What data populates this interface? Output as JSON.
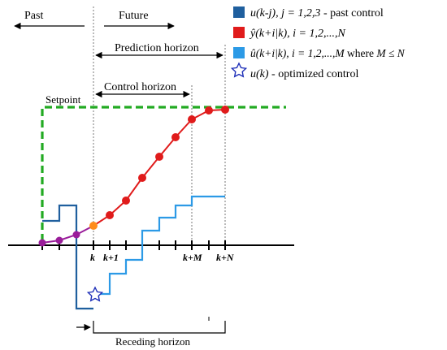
{
  "labels": {
    "past": "Past",
    "future": "Future",
    "prediction_horizon": "Prediction horizon",
    "control_horizon": "Control horizon",
    "setpoint": "Setpoint",
    "receding_horizon": "Receding horizon"
  },
  "ticks": {
    "k": "k",
    "k1": "k+1",
    "kM": "k+M",
    "kN": "k+N"
  },
  "legend": {
    "past_control": {
      "math": "u(k-j), j = 1,2,3",
      "desc": " - past control",
      "color": "#1f5f9e"
    },
    "predicted_output": {
      "math": "ŷ(k+i|k), i = 1,2,...,N",
      "color": "#e01b1b"
    },
    "future_control": {
      "math": "û(k+i|k), i = 1,2,...,M",
      "mid": "  where  ",
      "cond": "M ≤ N",
      "color": "#2c9ae6"
    },
    "optimized_control": {
      "math": "u(k)",
      "desc": "  - optimized control",
      "color": "#1e2fb8"
    }
  },
  "colors": {
    "setpoint": "#22aa22",
    "past_output": "#9a1d9a",
    "current_point": "#ff8c1a",
    "predicted": "#e01b1b",
    "past_control": "#1f5f9e",
    "future_control": "#2c9ae6",
    "star": "#1e2fb8"
  },
  "icons": {
    "legend_square": "square",
    "legend_star": "star-icon"
  }
}
